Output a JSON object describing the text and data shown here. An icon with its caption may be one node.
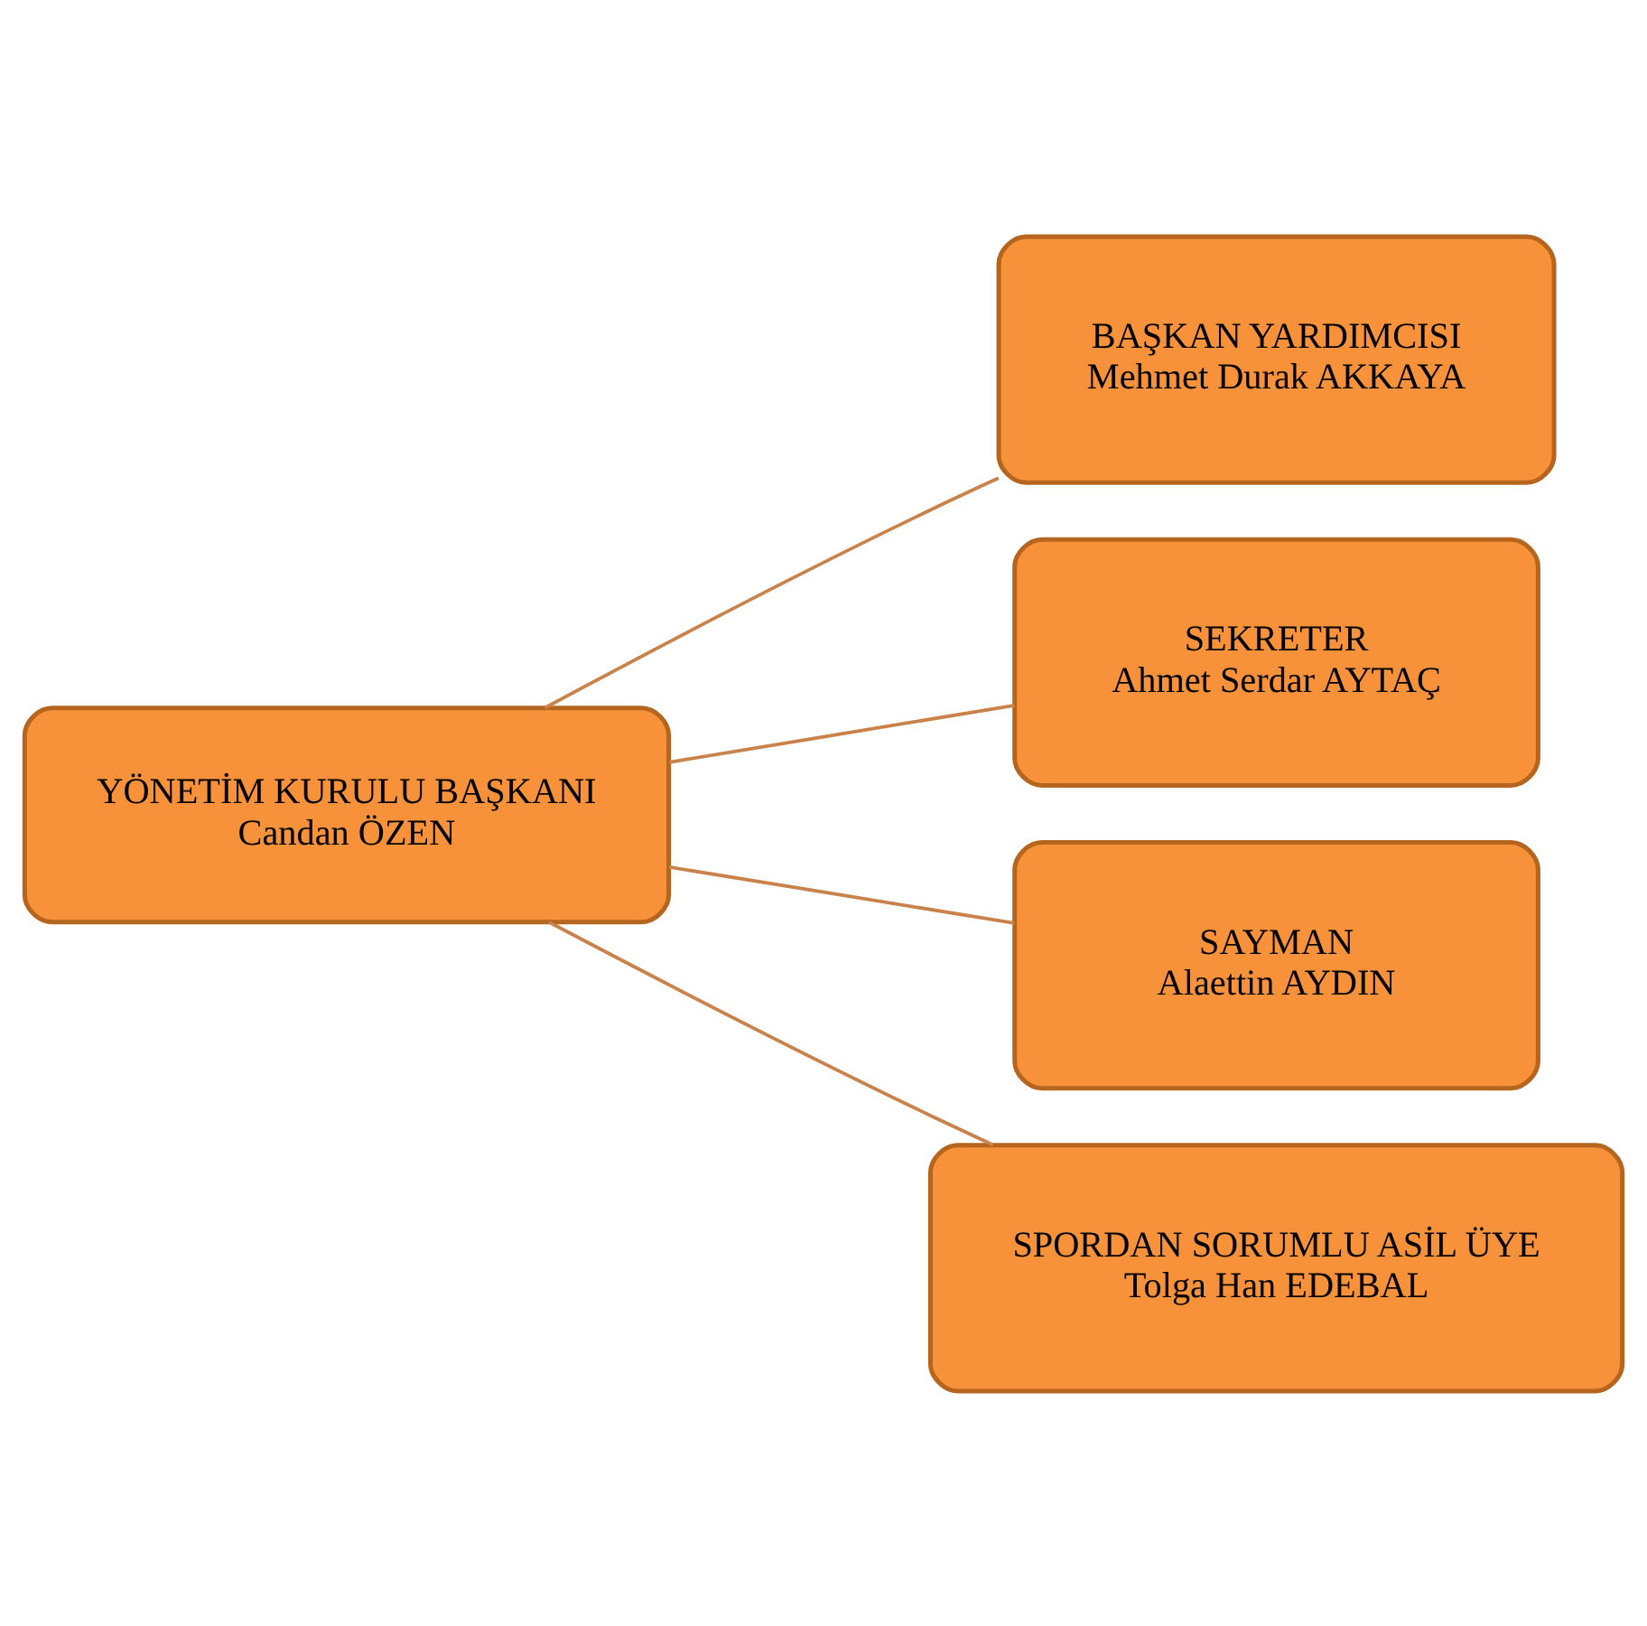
{
  "diagram": {
    "nodes": [
      {
        "text": [
          "YÖNETİM KURULU BAŞKANI",
          "Candan ÖZEN"
        ]
      },
      {
        "text": [
          "BAŞKAN YARDIMCISI",
          "Mehmet Durak AKKAYA"
        ]
      },
      {
        "text": [
          "SEKRETER",
          "Ahmet Serdar AYTAÇ"
        ]
      },
      {
        "text": [
          "SAYMAN",
          "Alaettin AYDIN"
        ]
      },
      {
        "text": [
          "SPORDAN SORUMLU ASİL ÜYE",
          "Tolga Han EDEBAL"
        ]
      }
    ],
    "edges": [
      {
        "from": 0,
        "to": 1,
        "arrow": "none"
      },
      {
        "from": 0,
        "to": 2,
        "arrow": "none"
      },
      {
        "from": 0,
        "to": 3,
        "arrow": "none"
      },
      {
        "from": 0,
        "to": 4,
        "arrow": "none"
      }
    ]
  }
}
